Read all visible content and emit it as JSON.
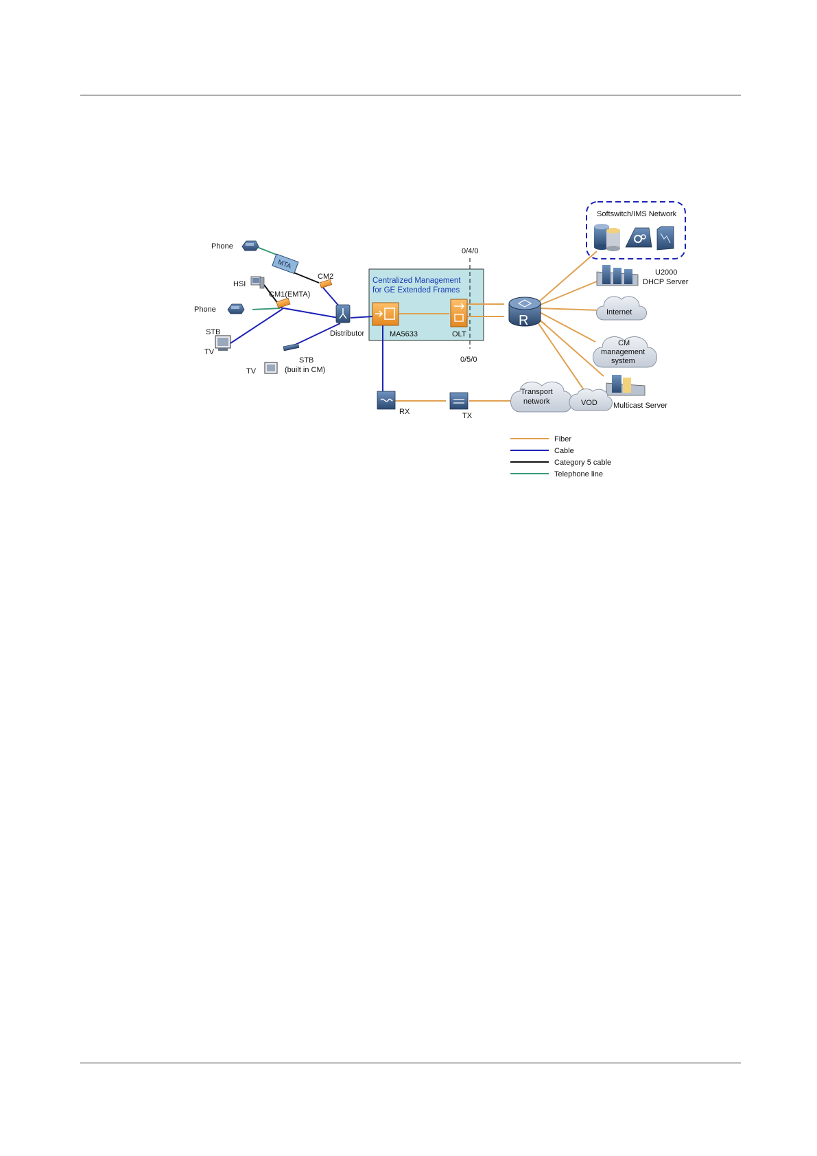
{
  "labels": {
    "phone_top": "Phone",
    "mta": "MTA",
    "cm2": "CM2",
    "hsi": "HSI",
    "cm1": "CM1(EMTA)",
    "phone_mid": "Phone",
    "stb": "STB",
    "tv_left": "TV",
    "distributor": "Distributor",
    "stb_cm_line1": "STB",
    "stb_cm_line2": "(built in CM)",
    "tv_bottom": "TV",
    "box_title_line1": "Centralized Management",
    "box_title_line2": "for GE Extended Frames",
    "ma5633": "MA5633",
    "olt": "OLT",
    "port_top": "0/4/0",
    "port_bottom": "0/5/0",
    "router_letter": "R",
    "softswitch": "Softswitch/IMS Network",
    "u2000_line1": "U2000",
    "u2000_line2": "DHCP Server",
    "internet": "Internet",
    "cm_mgmt_line1": "CM",
    "cm_mgmt_line2": "management",
    "cm_mgmt_line3": "system",
    "multicast": "Multicast Server",
    "transport_line1": "Transport",
    "transport_line2": "network",
    "vod": "VOD",
    "rx": "RX",
    "tx": "TX"
  },
  "legend": [
    {
      "label": "Fiber",
      "color": "#e0a050"
    },
    {
      "label": "Cable",
      "color": "#1c22b4"
    },
    {
      "label": "Category 5 cable",
      "color": "#111111"
    },
    {
      "label": "Telephone line",
      "color": "#3a9a78"
    }
  ],
  "colors": {
    "fiber": "#e0a050",
    "cable": "#1c22b4",
    "cat5": "#111111",
    "telephone": "#3a9a78",
    "box_fill": "#bfe3e6",
    "box_title": "#1a3db5",
    "dashed_group": "#1c22b4",
    "device_orange": "#f0a030",
    "device_blue": "#3d5f8a"
  },
  "icons": [
    "phone-icon",
    "mta-icon",
    "modem-icon",
    "computer-icon",
    "tv-icon",
    "stb-icon",
    "splitter-icon",
    "onu-icon",
    "olt-icon",
    "router-icon",
    "cloud-icon",
    "server-icon",
    "receiver-icon",
    "transmitter-icon",
    "database-icon"
  ]
}
